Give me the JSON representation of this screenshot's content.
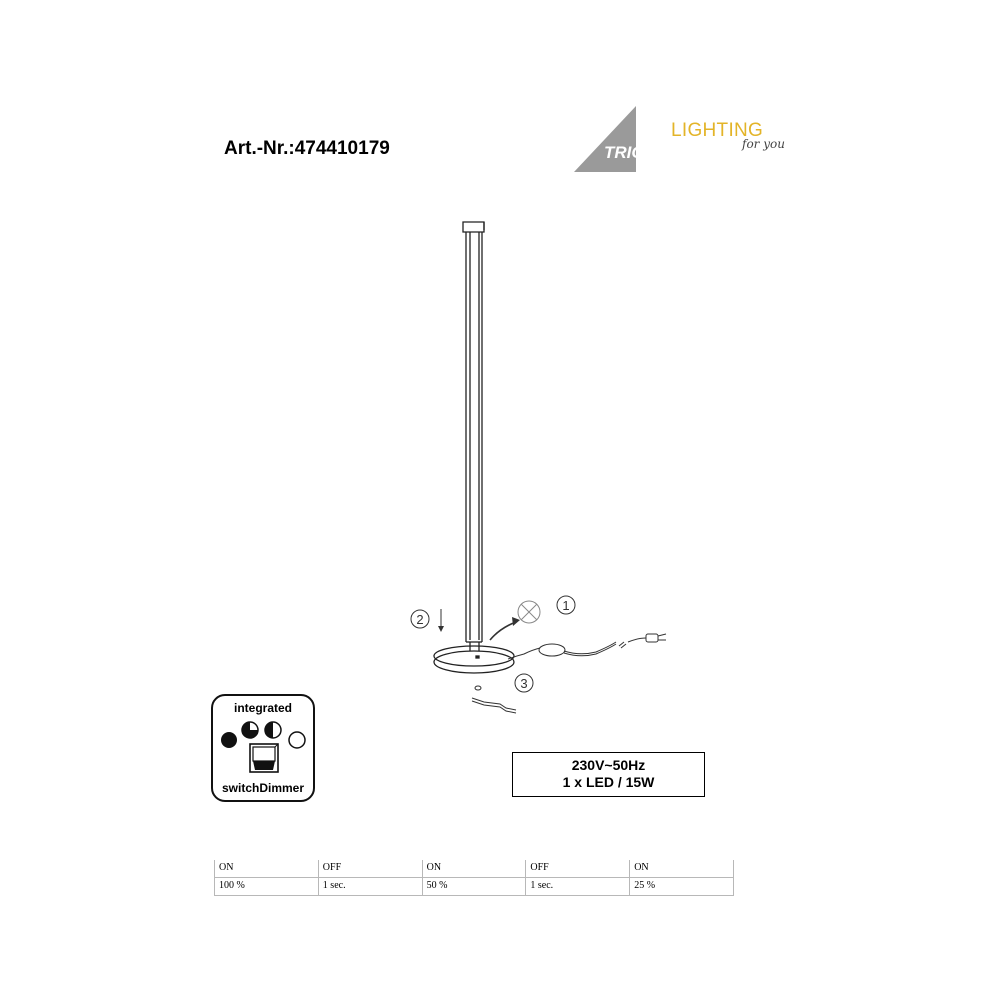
{
  "document": {
    "article_number": "Art.-Nr.:474410179"
  },
  "logo": {
    "brand": "TRIO",
    "lighting": "LIGHTING",
    "tagline": "for you",
    "colors": {
      "triangle": "#9a9a9a",
      "lighting": "#e3b428"
    }
  },
  "diagram": {
    "step_1": "1",
    "step_2": "2",
    "step_3": "3"
  },
  "badge": {
    "top_label": "integrated",
    "bottom_label": "switchDimmer"
  },
  "specs": {
    "line1": "230V~50Hz",
    "line2": "1 x LED / 15W"
  },
  "sequence": {
    "headers": [
      "ON",
      "OFF",
      "ON",
      "OFF",
      "ON"
    ],
    "values": [
      "100 %",
      "1 sec.",
      "50 %",
      "1 sec.",
      "25 %"
    ]
  }
}
